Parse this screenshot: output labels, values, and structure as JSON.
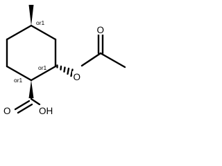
{
  "molecule": {
    "atom_labels": {
      "ester_oxygen": "O",
      "carbonyl_oxygen_ester": "O",
      "carbonyl_oxygen_acid": "O",
      "hydroxyl": "OH"
    },
    "stereo_labels": {
      "top": "or1",
      "middle": "or1",
      "bottom": "or1"
    }
  }
}
